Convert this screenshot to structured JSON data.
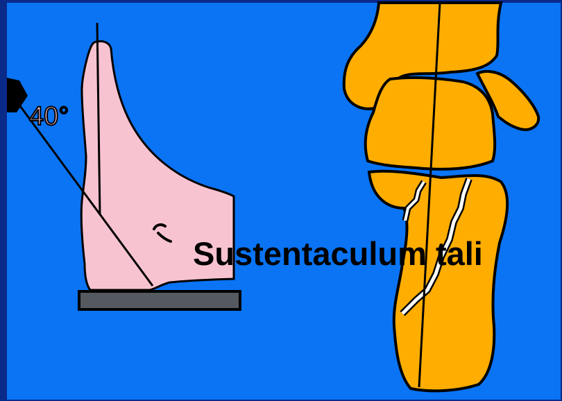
{
  "slide": {
    "background_color": "#0a74f5",
    "frame_color": "#0a2a8a"
  },
  "lateral_view": {
    "angle_label": "40°",
    "foot_color": "#f8c3d0",
    "plate_color": "#555a60",
    "beam_angle_degrees": 40
  },
  "axial_view": {
    "bone_color": "#ffad00",
    "fracture_color": "#ffffff"
  },
  "caption": {
    "text": "Sustentaculum tali"
  }
}
